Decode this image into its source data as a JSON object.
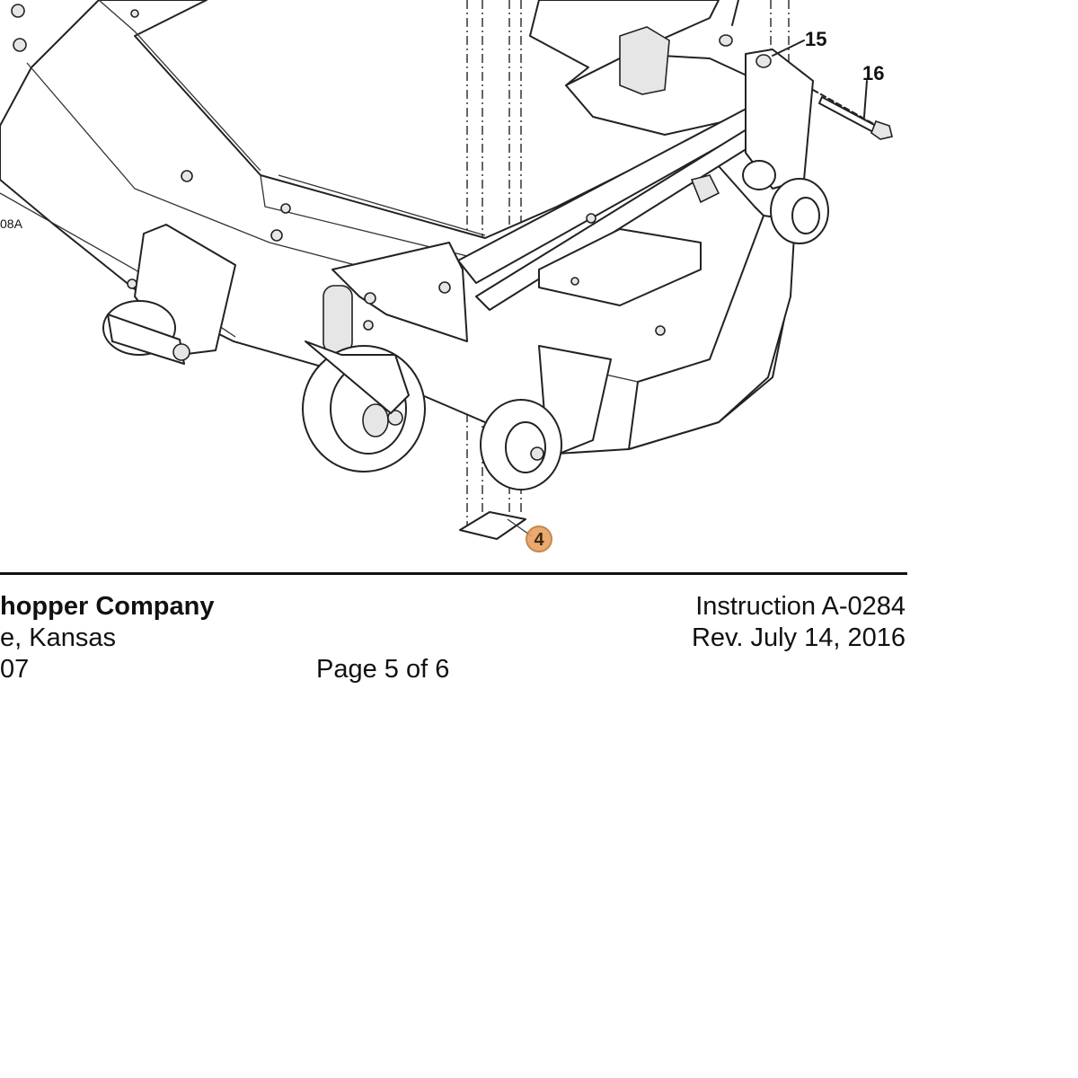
{
  "figure": {
    "callouts": {
      "c15": "15",
      "c16": "16",
      "marker": "4",
      "partial_label": "08A"
    },
    "marker_color": "#e8a060"
  },
  "footer": {
    "company": "hopper Company",
    "location": "e, Kansas",
    "code": "07",
    "page": "Page 5 of 6",
    "instruction": "Instruction A-0284",
    "revision": "Rev. July 14, 2016"
  }
}
